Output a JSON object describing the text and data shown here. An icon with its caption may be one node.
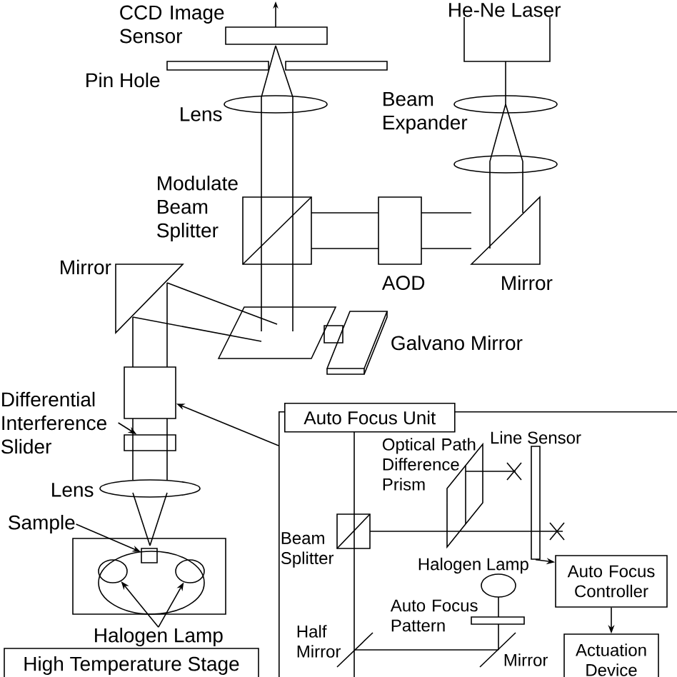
{
  "diagram": {
    "nodes": [
      {
        "text": [
          "Auto Focus Unit"
        ]
      },
      {
        "text": [
          "Line Sensor"
        ],
        "in": 0
      },
      {
        "text": [
          "Auto Focus Controller"
        ],
        "in": 0
      },
      {
        "text": [
          "Actuation Device"
        ],
        "in": 0
      },
      {
        "text": [],
        "shape": "box"
      },
      {
        "text": [],
        "shape": "box"
      },
      {
        "text": [
          "Differential Interference Slider"
        ]
      },
      {
        "text": [
          "Sample"
        ]
      },
      {
        "text": [],
        "shape": "box"
      },
      {
        "text": [
          "Halogen Lamp"
        ]
      },
      {
        "text": [],
        "shape": "circle"
      },
      {
        "text": [],
        "shape": "circle"
      },
      {
        "text": [
          "High Temperature Stage"
        ]
      }
    ],
    "edges": [
      {
        "from": 6,
        "to": 5,
        "arrow": "to"
      },
      {
        "from": 0,
        "to": 4,
        "arrow": "to"
      },
      {
        "from": 7,
        "to": 8,
        "arrow": "to"
      },
      {
        "from": 9,
        "to": 10,
        "arrow": "to"
      },
      {
        "from": 9,
        "to": 11,
        "arrow": "to"
      },
      {
        "from": 1,
        "to": 2,
        "arrow": "to"
      },
      {
        "from": 2,
        "to": 3,
        "arrow": "to"
      }
    ],
    "labels": [
      "He-Ne Laser",
      "CCD Image Sensor",
      "Pin Hole",
      "Lens",
      "Beam Expander",
      "Modulate Beam Splitter",
      "Mirror",
      "AOD",
      "Mirror",
      "Galvano Mirror",
      "Lens",
      "Optical Path Difference Prism",
      "Beam Splitter",
      "Halogen Lamp",
      "Auto Focus Pattern",
      "Half Mirror",
      "Mirror"
    ]
  }
}
